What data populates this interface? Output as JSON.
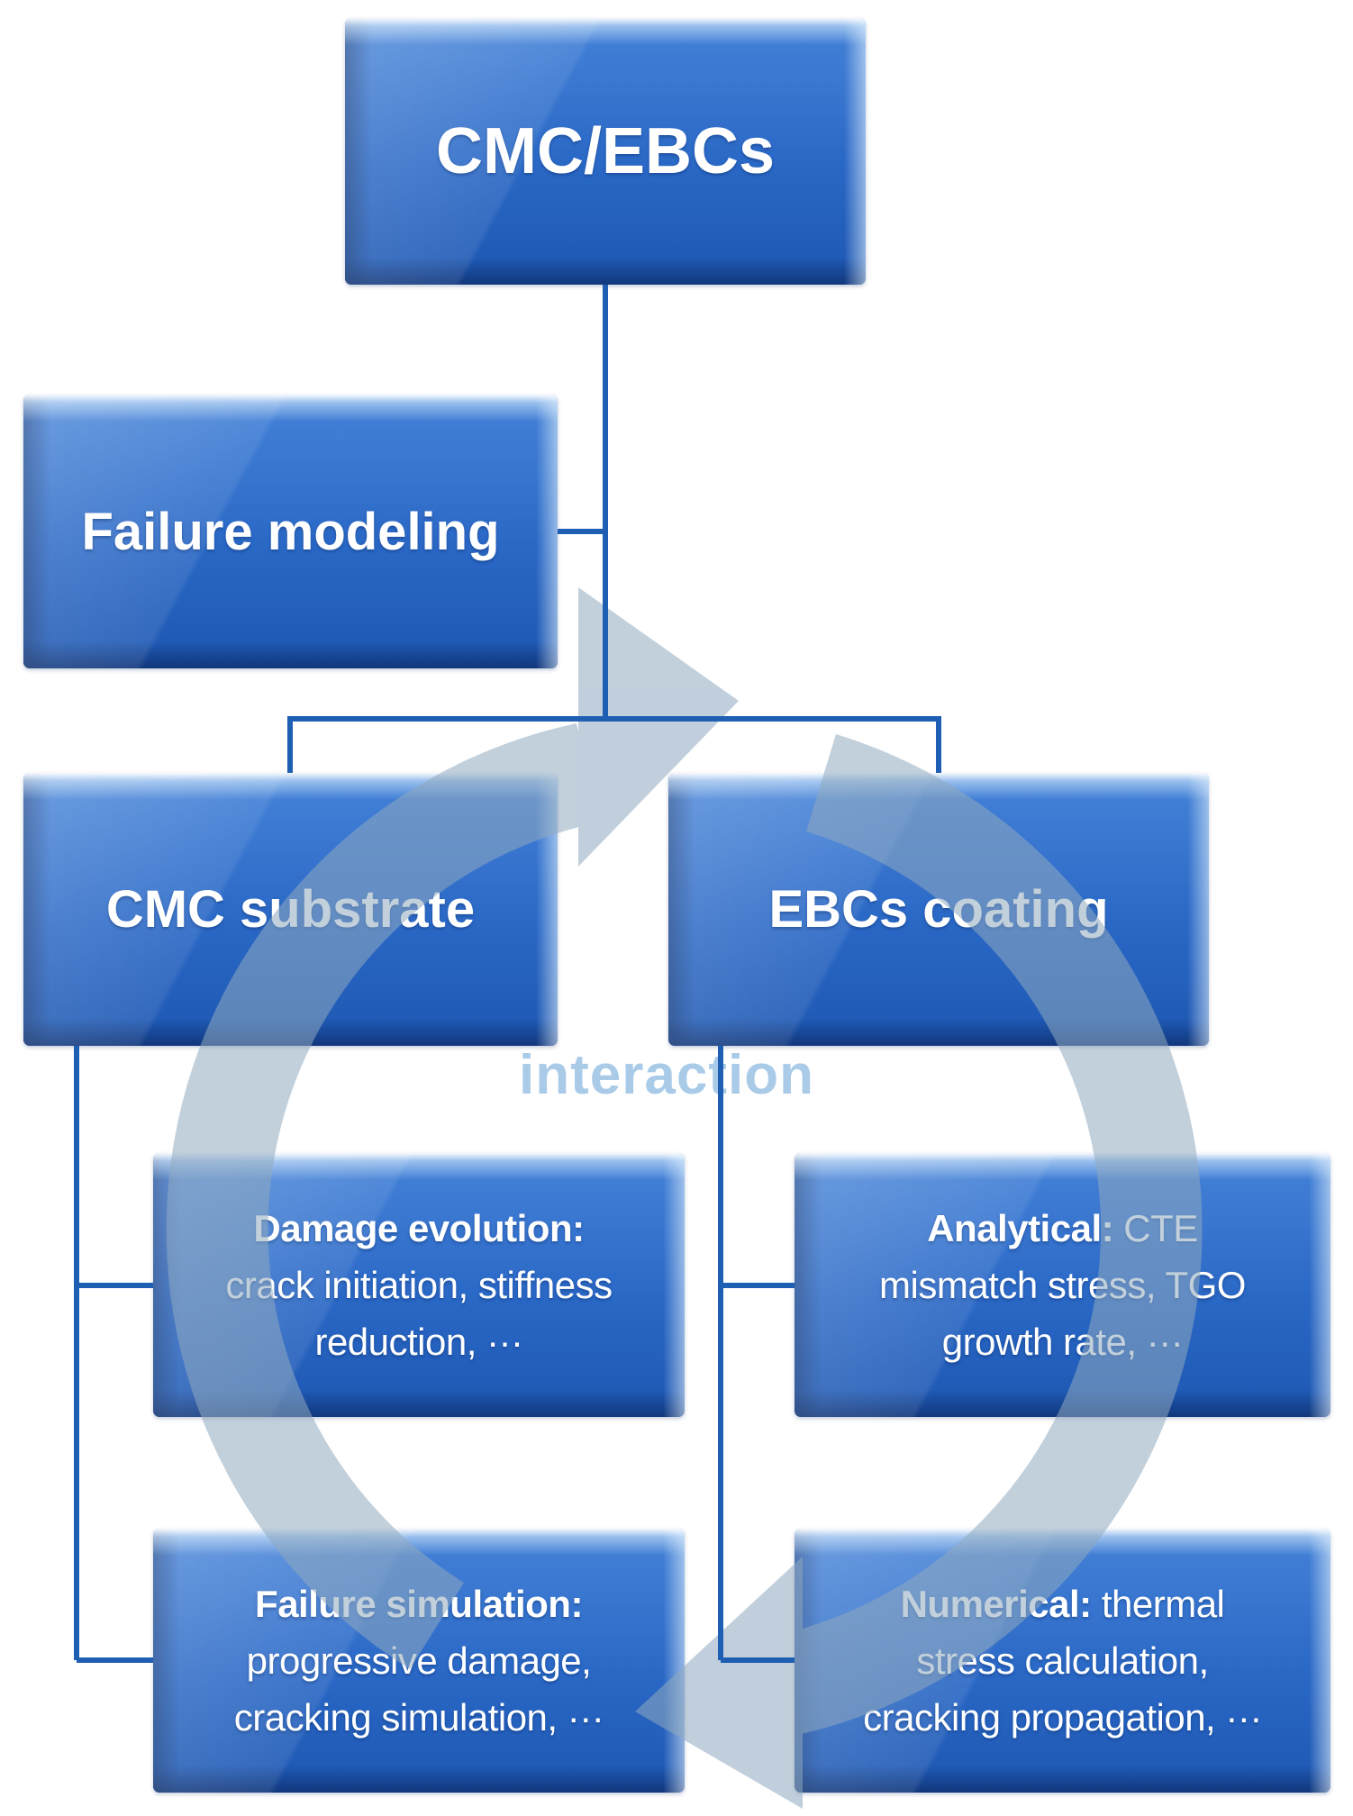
{
  "diagram": {
    "root": {
      "label": "CMC/EBCs"
    },
    "side": {
      "label": "Failure modeling"
    },
    "branches": [
      {
        "label": "CMC substrate"
      },
      {
        "label": "EBCs coating"
      }
    ],
    "interaction_label": "interaction",
    "leaves": [
      {
        "lead": "Damage evolution:",
        "body": "\ncrack initiation, stiffness\nreduction, ···"
      },
      {
        "lead": "Analytical:",
        "body": " CTE\nmismatch stress, TGO\ngrowth rate, ···"
      },
      {
        "lead": "Failure simulation:",
        "body": "\nprogressive damage,\ncracking simulation, ···"
      },
      {
        "lead": "Numerical:",
        "body": " thermal\nstress calculation,\ncracking propagation, ···"
      }
    ],
    "colors": {
      "box_face": "#2a68c6",
      "box_face_light": "#4583d9",
      "box_face_dark": "#1d57b2",
      "connector_line": "#1e5fb3",
      "cycle_arrow": "#8fa9c0",
      "interaction_text": "#a9cbe8",
      "box_text": "#ffffff"
    }
  }
}
